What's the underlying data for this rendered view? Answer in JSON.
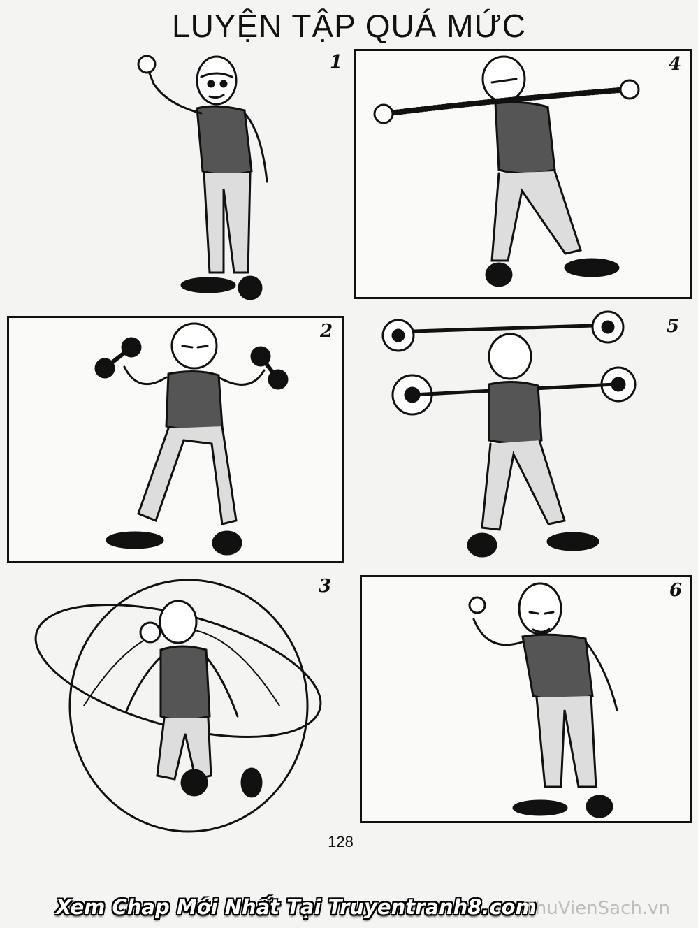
{
  "page": {
    "title": "LUYỆN TẬP QUÁ MỨC",
    "page_number": "128",
    "banner": "Xem Chap Mới Nhất Tại Truyentranh8.com",
    "watermark": "ThuVienSach.vn"
  },
  "panels": [
    {
      "id": "1",
      "label": "1",
      "pose": "flexing-arm"
    },
    {
      "id": "4",
      "label": "4",
      "pose": "stretching-spring-expander"
    },
    {
      "id": "2",
      "label": "2",
      "pose": "lifting-dumbbells"
    },
    {
      "id": "5",
      "label": "5",
      "pose": "lifting-barbell"
    },
    {
      "id": "3",
      "label": "3",
      "pose": "jumping-rope"
    },
    {
      "id": "6",
      "label": "6",
      "pose": "exhausted-flexing"
    }
  ],
  "colors": {
    "ink": "#111111",
    "paper": "#f4f4f2",
    "banner_text": "#ffffff",
    "watermark": "#bdbdbd"
  }
}
